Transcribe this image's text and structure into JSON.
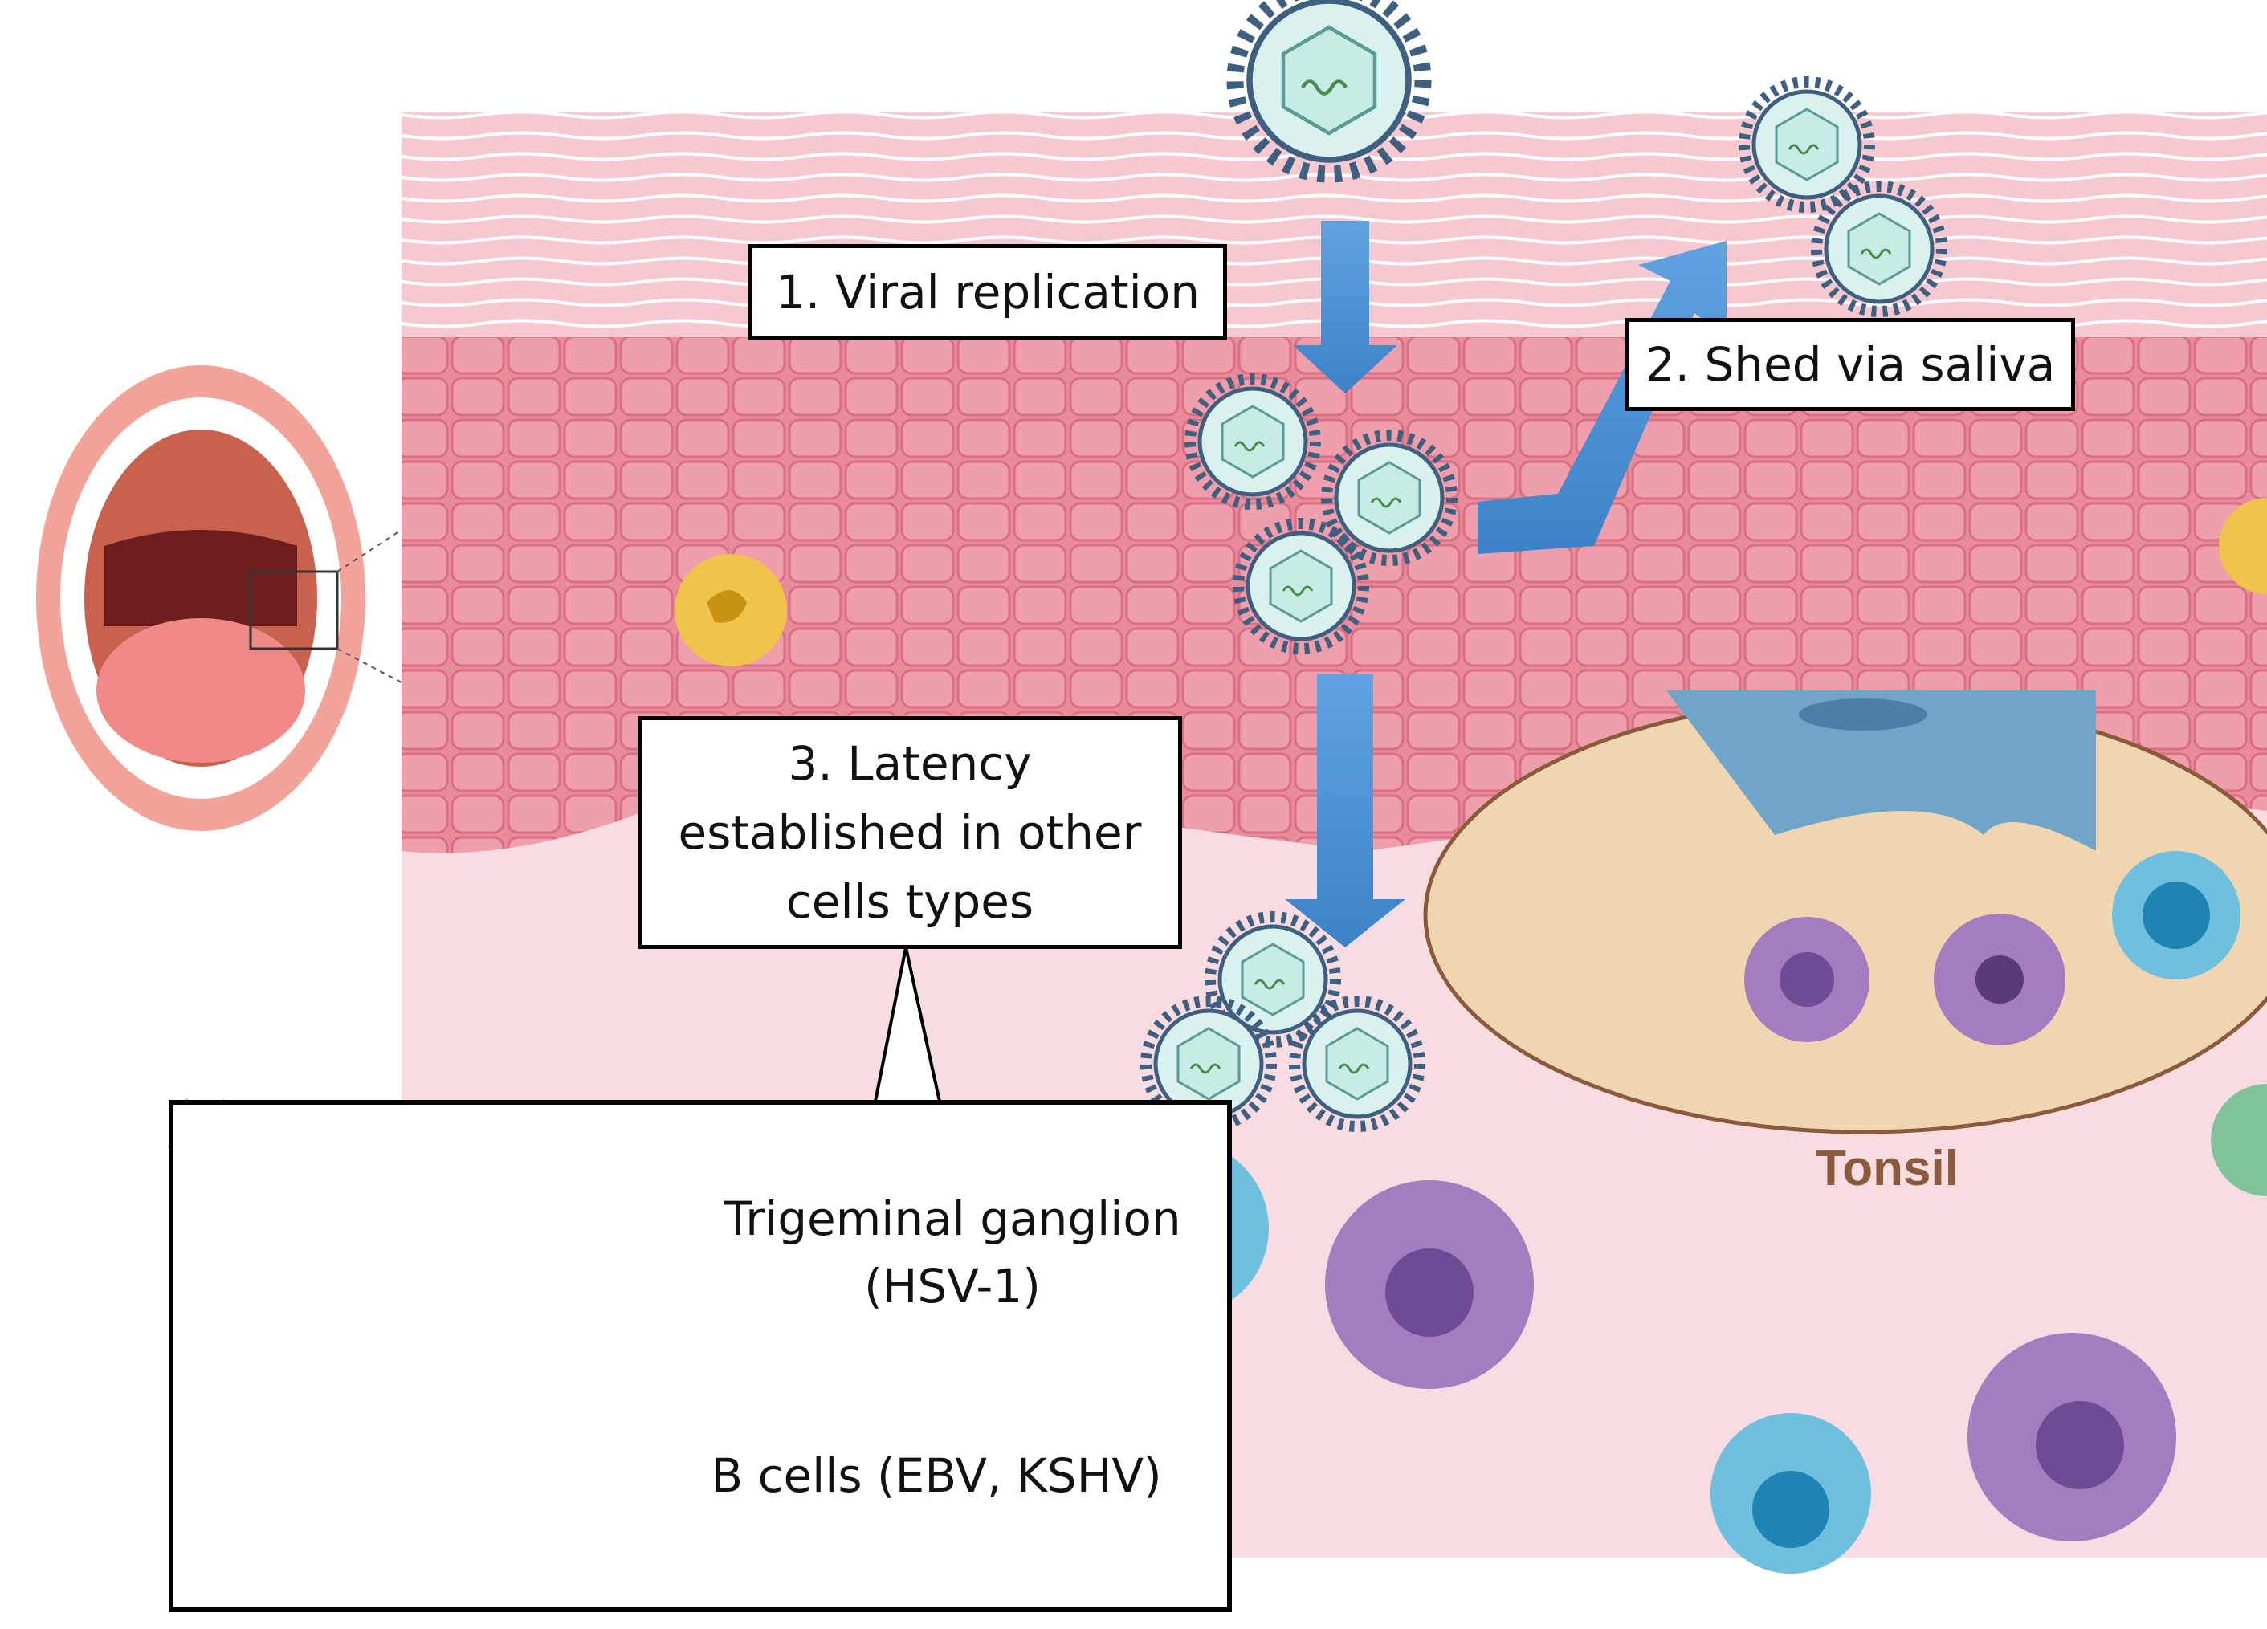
{
  "labels": {
    "step1": "1. Viral replication",
    "step2": "2. Shed via saliva",
    "step3_lines": [
      "3. Latency",
      "established in other",
      "cells types"
    ],
    "tonsil": "Tonsil"
  },
  "legend": {
    "neuron_lines": [
      "Trigeminal ganglion",
      "(HSV-1)"
    ],
    "bcell": "B cells (EBV, KSHV)"
  },
  "colors": {
    "epithelium_outer": "#f2c0c8",
    "epithelium_cells": "#e88a9a",
    "lamina": "#f7dde2",
    "tonsil": "#efd6b0",
    "virus_spikes": "#3f5f80",
    "arrow": "#4a8fd4",
    "dendritic_purple": "#a47cc0",
    "langerhans_yellow": "#f0c44a",
    "b_cell_blue": "#6fc0de"
  }
}
